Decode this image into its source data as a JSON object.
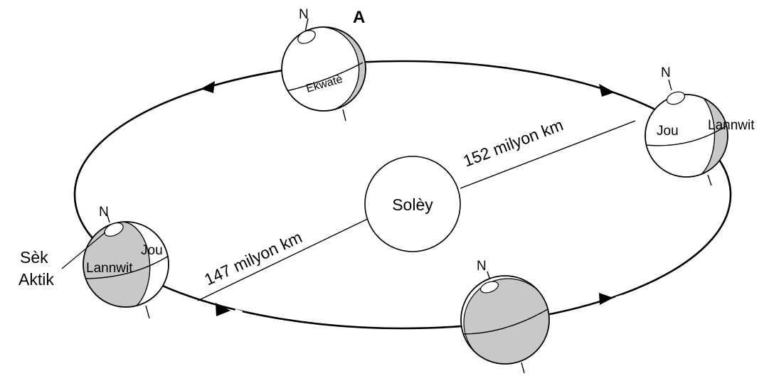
{
  "labels": {
    "sun": "Solèy",
    "far_distance": "152 milyon km",
    "near_distance": "147 milyon km",
    "position_a": "A",
    "north": "N",
    "equator": "Ekwatè",
    "day": "Jou",
    "night": "Lannwit",
    "arctic_circle_line1": "Sèk",
    "arctic_circle_line2": "Aktik"
  },
  "colors": {
    "shade": "#c8c8c8",
    "stroke": "#000000",
    "background": "#ffffff"
  }
}
